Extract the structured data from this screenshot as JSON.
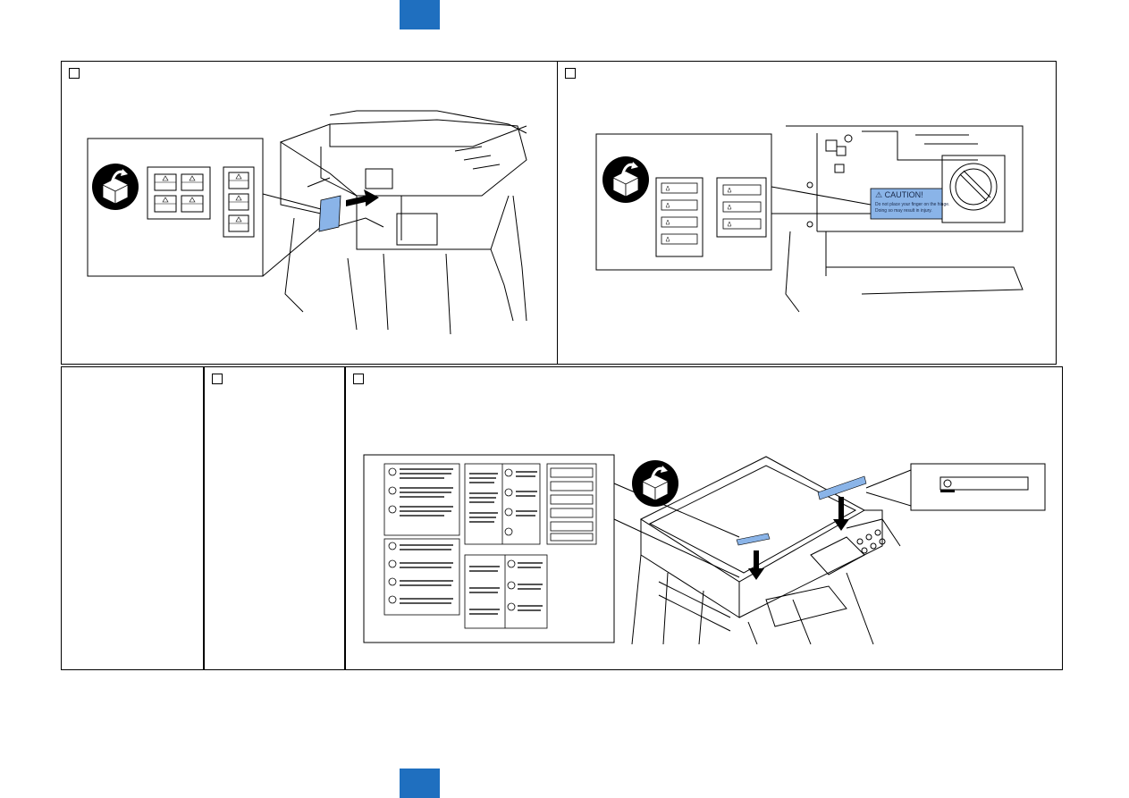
{
  "caution_label": {
    "title": "⚠ CAUTION!",
    "line1": "Do not place your finger on the hinge.",
    "line2": "Doing so may result in injury."
  },
  "colors": {
    "accent_tab": "#1f6fbf",
    "label_fill": "#8ab4e8"
  },
  "icons": [
    "open-box-icon",
    "warning-triangle-icon",
    "arrow-icon"
  ]
}
